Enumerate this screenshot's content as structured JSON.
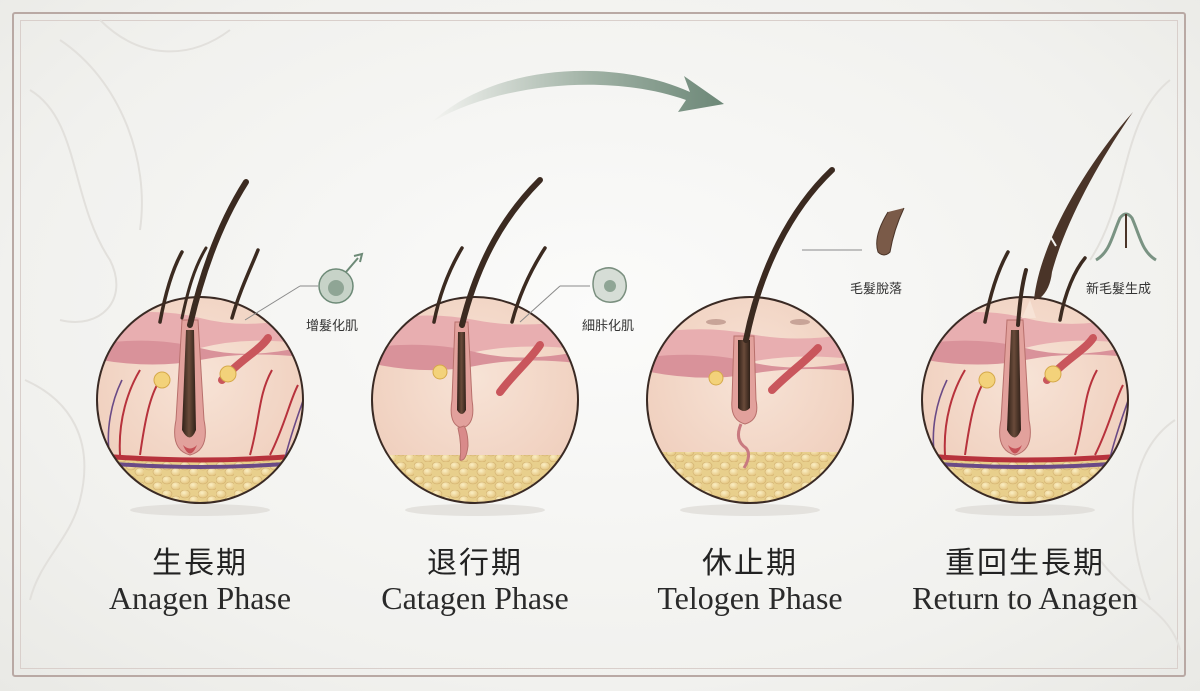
{
  "phases": [
    {
      "label_zh": "生長期",
      "label_en": "Anagen Phase"
    },
    {
      "label_zh": "退行期",
      "label_en": "Catagen Phase"
    },
    {
      "label_zh": "休止期",
      "label_en": "Telogen Phase"
    },
    {
      "label_zh": "重回生長期",
      "label_en": "Return to Anagen"
    }
  ],
  "callouts": {
    "proliferation": "增髮化肌",
    "cell_apoptosis": "細胩化肌",
    "hair_shedding": "毛髮脫落",
    "new_hair": "新毛髮生成"
  },
  "colors": {
    "hair": "#4a3428",
    "skin": "#f3d7c9",
    "epidermis": "#e9b7b1",
    "dermis_pink": "#d99aa2",
    "fat": "#efd79a",
    "artery": "#b7323c",
    "vein": "#6a4a86",
    "arrow_green": "#7a9383"
  }
}
